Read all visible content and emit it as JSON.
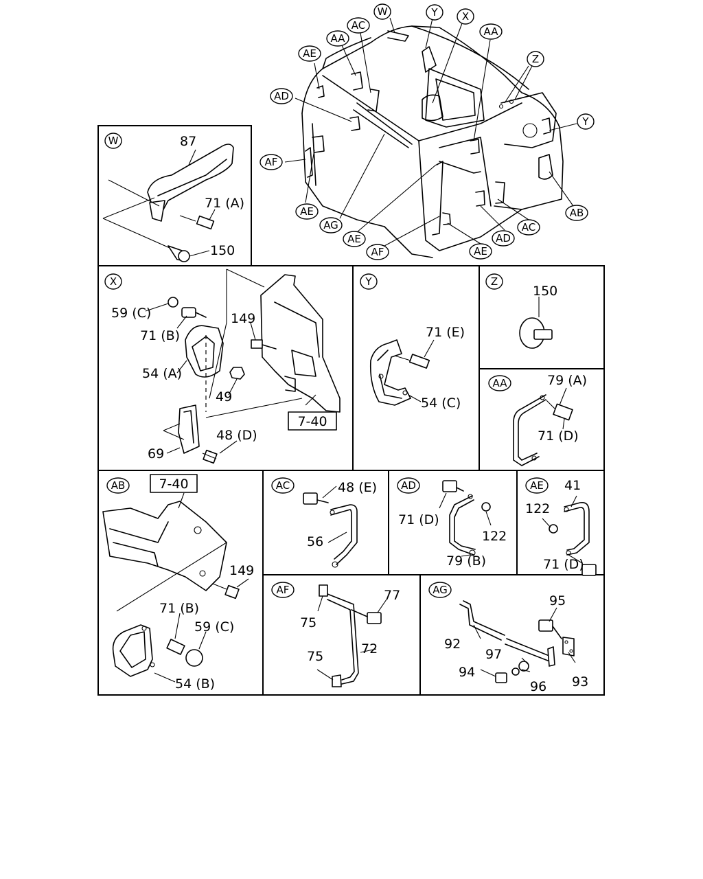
{
  "panels": {
    "W": {
      "tag": "W",
      "labels": [
        "87",
        "71 (A)",
        "150"
      ]
    },
    "X": {
      "tag": "X",
      "labels": [
        "59 (C)",
        "71 (B)",
        "54 (A)",
        "149",
        "49",
        "48 (D)",
        "69"
      ],
      "ref": "7-40"
    },
    "Y": {
      "tag": "Y",
      "labels": [
        "71 (E)",
        "54 (C)"
      ]
    },
    "Z": {
      "tag": "Z",
      "labels": [
        "150"
      ]
    },
    "AA": {
      "tag": "AA",
      "labels": [
        "79 (A)",
        "71 (D)"
      ]
    },
    "AB": {
      "tag": "AB",
      "labels": [
        "149",
        "71 (B)",
        "59 (C)",
        "54 (B)"
      ],
      "ref": "7-40"
    },
    "AC": {
      "tag": "AC",
      "labels": [
        "48 (E)",
        "56"
      ]
    },
    "AD": {
      "tag": "AD",
      "labels": [
        "71 (D)",
        "122",
        "79 (B)"
      ]
    },
    "AE": {
      "tag": "AE",
      "labels": [
        "41",
        "122",
        "71 (D)"
      ]
    },
    "AF": {
      "tag": "AF",
      "labels": [
        "77",
        "75",
        "72",
        "75"
      ]
    },
    "AG": {
      "tag": "AG",
      "labels": [
        "95",
        "92",
        "97",
        "93",
        "94",
        "96"
      ]
    }
  },
  "overview": {
    "callouts": [
      "W",
      "Y",
      "X",
      "AC",
      "AA",
      "AA",
      "AE",
      "Z",
      "AD",
      "Y",
      "AF",
      "AB",
      "AE",
      "AC",
      "AG",
      "AD",
      "AE",
      "AF",
      "AE"
    ]
  }
}
